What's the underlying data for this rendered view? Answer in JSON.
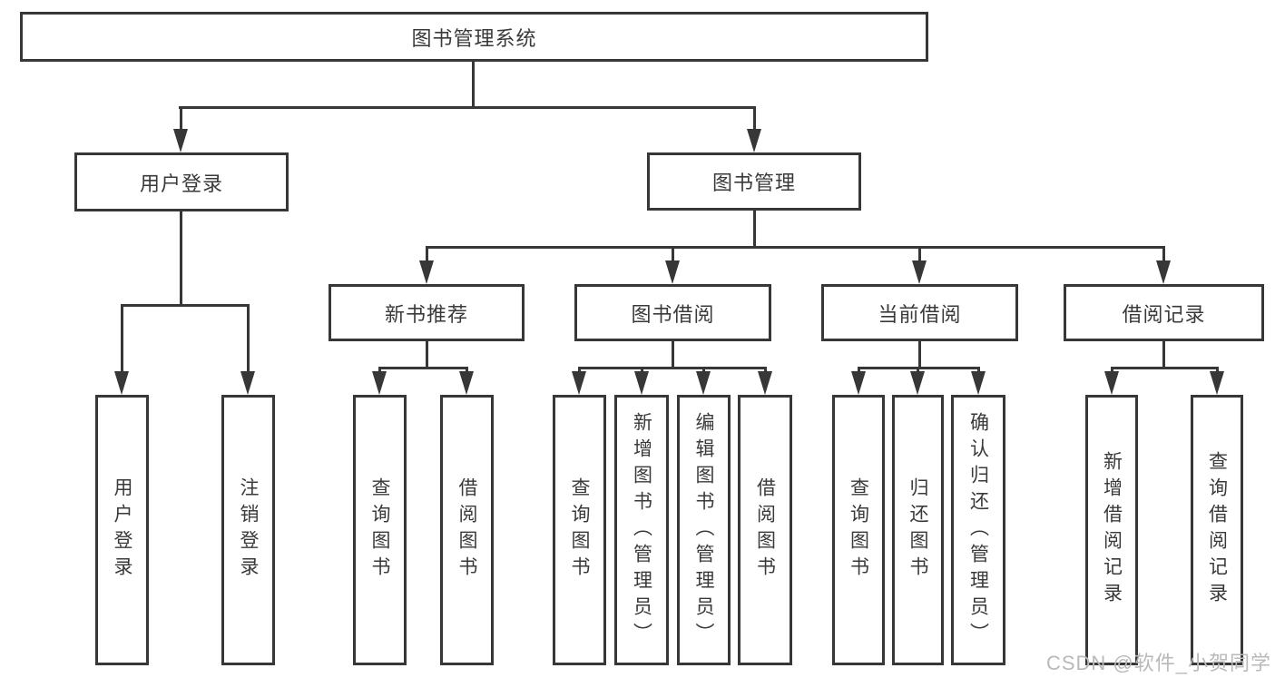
{
  "watermark": "CSDN @软件_小贺同学",
  "colors": {
    "line": "#373737",
    "text": "#3a3a3a",
    "background": "#ffffff",
    "watermark": "#b9b9b9"
  },
  "tree": {
    "root": {
      "label": "图书管理系统"
    },
    "branches": [
      {
        "label": "用户登录",
        "children": [
          {
            "label": "用户登录"
          },
          {
            "label": "注销登录"
          }
        ]
      },
      {
        "label": "图书管理",
        "children": [
          {
            "label": "新书推荐",
            "children": [
              {
                "label": "查询图书"
              },
              {
                "label": "借阅图书"
              }
            ]
          },
          {
            "label": "图书借阅",
            "children": [
              {
                "label": "查询图书"
              },
              {
                "label": "新增图书（管理员）"
              },
              {
                "label": "编辑图书（管理员）"
              },
              {
                "label": "借阅图书"
              }
            ]
          },
          {
            "label": "当前借阅",
            "children": [
              {
                "label": "查询图书"
              },
              {
                "label": "归还图书"
              },
              {
                "label": "确认归还（管理员）"
              }
            ]
          },
          {
            "label": "借阅记录",
            "children": [
              {
                "label": "新增借阅记录"
              },
              {
                "label": "查询借阅记录"
              }
            ]
          }
        ]
      }
    ]
  }
}
